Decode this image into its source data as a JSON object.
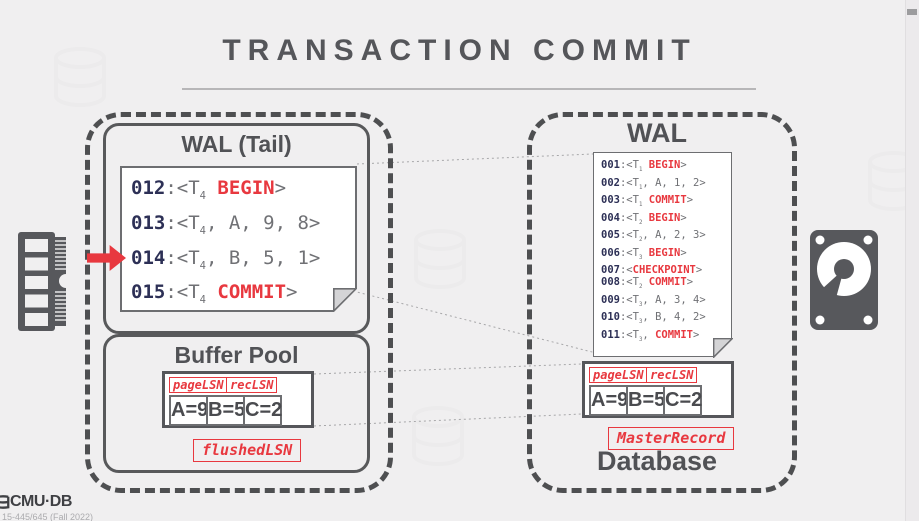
{
  "title": "TRANSACTION COMMIT",
  "colors": {
    "accent_red": "#e8383f",
    "lsn_navy": "#2d3056",
    "frame_gray": "#55565a"
  },
  "memory_panel": {
    "wal_tail": {
      "title": "WAL (Tail)",
      "entries": [
        {
          "lsn": "012",
          "body": [
            [
              "g",
              ":<T"
            ],
            [
              "s",
              "4"
            ],
            [
              "g",
              " "
            ],
            [
              "r",
              "BEGIN"
            ],
            [
              "g",
              ">"
            ]
          ]
        },
        {
          "lsn": "013",
          "body": [
            [
              "g",
              ":<T"
            ],
            [
              "s",
              "4"
            ],
            [
              "g",
              ", A, 9, 8>"
            ]
          ]
        },
        {
          "lsn": "014",
          "body": [
            [
              "g",
              ":<T"
            ],
            [
              "s",
              "4"
            ],
            [
              "g",
              ", B, 5, 1>"
            ]
          ]
        },
        {
          "lsn": "015",
          "body": [
            [
              "g",
              ":<T"
            ],
            [
              "s",
              "4"
            ],
            [
              "g",
              " "
            ],
            [
              "r",
              "COMMIT"
            ],
            [
              "g",
              ">"
            ]
          ]
        }
      ]
    },
    "buffer_pool": {
      "title": "Buffer Pool",
      "page_labels": [
        "pageLSN",
        "recLSN"
      ],
      "cells": [
        "A=9",
        "B=5",
        "C=2"
      ],
      "flushed_label": "flushedLSN"
    }
  },
  "disk_panel": {
    "wal": {
      "title": "WAL",
      "entries": [
        {
          "lsn": "001",
          "body": [
            [
              "g",
              ":<T"
            ],
            [
              "s",
              "1"
            ],
            [
              "g",
              " "
            ],
            [
              "r",
              "BEGIN"
            ],
            [
              "g",
              ">"
            ]
          ]
        },
        {
          "lsn": "002",
          "body": [
            [
              "g",
              ":<T"
            ],
            [
              "s",
              "1"
            ],
            [
              "g",
              ", A, 1, 2>"
            ]
          ]
        },
        {
          "lsn": "003",
          "body": [
            [
              "g",
              ":<T"
            ],
            [
              "s",
              "1"
            ],
            [
              "g",
              " "
            ],
            [
              "r",
              "COMMIT"
            ],
            [
              "g",
              ">"
            ]
          ]
        },
        {
          "lsn": "004",
          "body": [
            [
              "g",
              ":<T"
            ],
            [
              "s",
              "2"
            ],
            [
              "g",
              " "
            ],
            [
              "r",
              "BEGIN"
            ],
            [
              "g",
              ">"
            ]
          ]
        },
        {
          "lsn": "005",
          "body": [
            [
              "g",
              ":<T"
            ],
            [
              "s",
              "2"
            ],
            [
              "g",
              ", A, 2, 3>"
            ]
          ]
        },
        {
          "lsn": "006",
          "body": [
            [
              "g",
              ":<T"
            ],
            [
              "s",
              "3"
            ],
            [
              "g",
              " "
            ],
            [
              "r",
              "BEGIN"
            ],
            [
              "g",
              ">"
            ]
          ]
        },
        {
          "lsn": "007",
          "body": [
            [
              "g",
              ":<"
            ],
            [
              "r",
              "CHECKPOINT"
            ],
            [
              "g",
              ">"
            ]
          ]
        },
        {
          "lsn": "008",
          "body": [
            [
              "g",
              ":<T"
            ],
            [
              "s",
              "2"
            ],
            [
              "g",
              " "
            ],
            [
              "r",
              "COMMIT"
            ],
            [
              "g",
              ">"
            ]
          ]
        },
        {
          "lsn": "009",
          "body": [
            [
              "g",
              ":<T"
            ],
            [
              "s",
              "3"
            ],
            [
              "g",
              ", A, 3, 4>"
            ]
          ]
        },
        {
          "lsn": "010",
          "body": [
            [
              "g",
              ":<T"
            ],
            [
              "s",
              "3"
            ],
            [
              "g",
              ", B, 4, 2>"
            ]
          ]
        },
        {
          "lsn": "011",
          "body": [
            [
              "g",
              ":<T"
            ],
            [
              "s",
              "3"
            ],
            [
              "g",
              ", "
            ],
            [
              "r",
              "COMMIT"
            ],
            [
              "g",
              ">"
            ]
          ]
        }
      ]
    },
    "database": {
      "title": "Database",
      "page_labels": [
        "pageLSN",
        "recLSN"
      ],
      "cells": [
        "A=9",
        "B=5",
        "C=2"
      ],
      "master_label": "MasterRecord"
    }
  },
  "footer": {
    "logo": "CMU·DB",
    "course": "15-445/645 (Fall 2022)"
  }
}
